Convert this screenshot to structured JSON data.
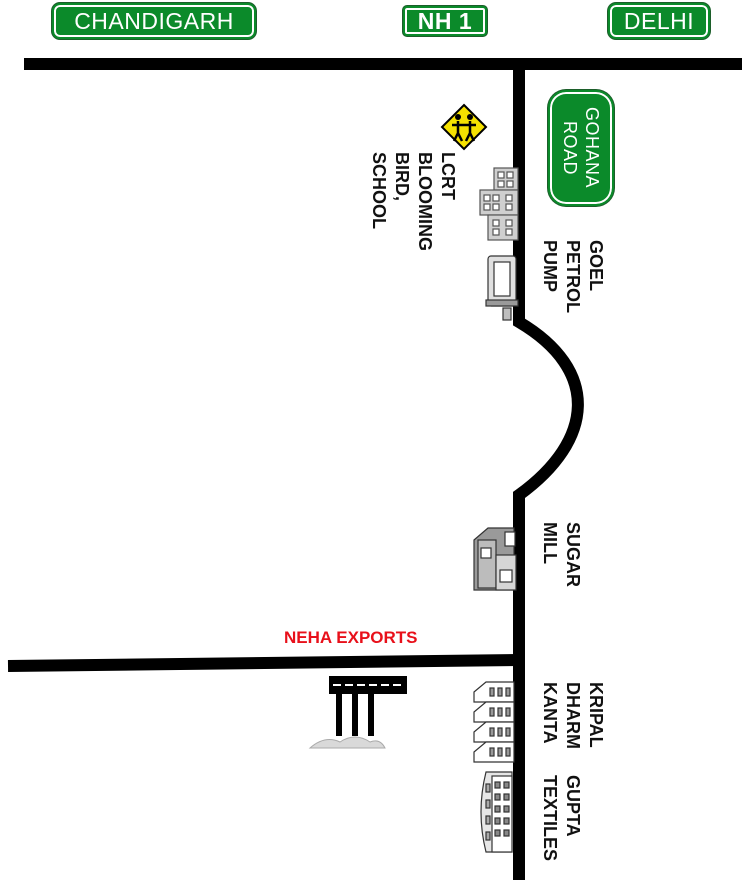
{
  "signs": {
    "chandigarh": "CHANDIGARH",
    "nh1": "NH 1",
    "delhi": "DELHI",
    "gohana_road": "GOHANA\nROAD"
  },
  "labels": {
    "school": "LCRT\nBLOOMING\nBIRD,\nSCHOOL",
    "petrol_pump": "GOEL\nPETROL\nPUMP",
    "sugar_mill": "SUGAR\nMILL",
    "neha_exports": "NEHA EXPORTS",
    "kripal": "KRIPAL\nDHARM\nKANTA",
    "gupta": "GUPTA\nTEXTILES"
  },
  "icons": [
    "school-crossing-icon",
    "school-building-icon",
    "petrol-pump-icon",
    "sugar-mill-house-icon",
    "factory-icon",
    "dharm-kanta-buildings-icon",
    "textiles-building-icon"
  ],
  "colors": {
    "road": "#000000",
    "sign_green": "#0b8a2a",
    "highlight_red": "#e8101a",
    "crossing_yellow": "#f5e100"
  }
}
